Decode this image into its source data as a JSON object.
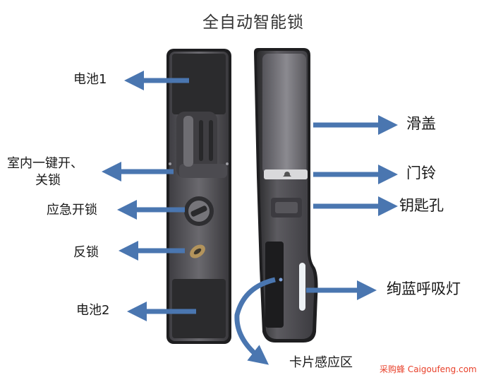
{
  "title": "全自动智能锁",
  "labels": {
    "battery1": "电池1",
    "indoor_line1": "室内一键开、",
    "indoor_line2": "关锁",
    "emergency": "应急开锁",
    "deadlock": "反锁",
    "battery2": "电池2",
    "slide_cover": "滑盖",
    "doorbell": "门铃",
    "keyhole": "钥匙孔",
    "blue_light": "绚蓝呼吸灯",
    "card_area": "卡片感应区"
  },
  "watermark": "采购蜂 Caigoufeng.com",
  "colors": {
    "arrow": "#4a76b0",
    "panel_dark": "#2c2c2e",
    "panel_metal": "#5e5d62",
    "light_strip": "#eef2f5"
  }
}
